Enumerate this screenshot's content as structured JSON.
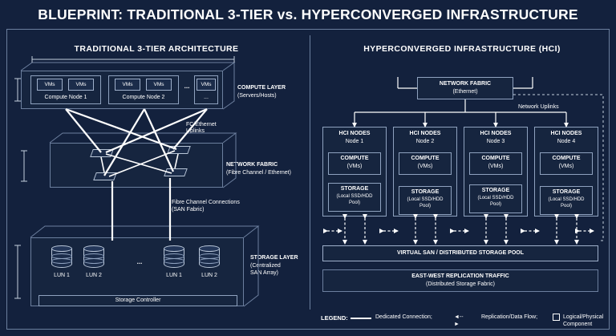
{
  "title": "BLUEPRINT: TRADITIONAL 3-TIER vs. HYPERCONVERGED INFRASTRUCTURE",
  "panels": {
    "left_title": "TRADITIONAL 3-TIER ARCHITECTURE",
    "right_title": "HYPERCONVERGED INFRASTRUCTURE (HCI)"
  },
  "traditional": {
    "compute": {
      "layer_label": "COMPUTE LAYER",
      "layer_sub": "(Servers/Hosts)",
      "nodes": [
        {
          "name": "Compute Node 1",
          "vms": [
            "VMs",
            "VMs"
          ]
        },
        {
          "name": "Compute Node 2",
          "vms": [
            "VMs",
            "VMs"
          ]
        },
        {
          "name": "...",
          "vms": [
            "VMs"
          ]
        }
      ],
      "ellipsis": "...",
      "uplink_label": "FC/Ethernet\nUplinks",
      "uplink_line1": "FC/Ethernet",
      "uplink_line2": "Uplinks"
    },
    "network": {
      "layer_label": "NETWORK FABRIC",
      "layer_sub": "(Fibre Channel / Ethernet)",
      "san_line1": "Fibre Channel Connections",
      "san_line2": "(SAN Fabric)"
    },
    "storage": {
      "layer_label": "STORAGE LAYER",
      "layer_sub1": "(Centralized",
      "layer_sub2": "SAN Array)",
      "luns": [
        "LUN 1",
        "LUN 2",
        "LUN 1",
        "LUN 2"
      ],
      "ellipsis": "...",
      "controller": "Storage Controller"
    }
  },
  "hci": {
    "fabric": {
      "title": "NETWORK FABRIC",
      "sub": "(Ethernet)",
      "uplinks_label": "Network Uplinks"
    },
    "nodes": [
      {
        "title": "HCI NODES",
        "name": "Node 1",
        "compute": "COMPUTE",
        "compute_sub": "(VMs)",
        "storage": "STORAGE",
        "storage_sub1": "(Local SSD/HDD",
        "storage_sub2": "Pool)"
      },
      {
        "title": "HCI NODES",
        "name": "Node 2",
        "compute": "COMPUTE",
        "compute_sub": "(VMs)",
        "storage": "STORAGE",
        "storage_sub1": "(Local SSD/HDD",
        "storage_sub2": "Pool)"
      },
      {
        "title": "HCI NODES",
        "name": "Node 3",
        "compute": "COMPUTE",
        "compute_sub": "(VMs)",
        "storage": "STORAGE",
        "storage_sub1": "(Local SSD/HDD",
        "storage_sub2": "Pool)"
      },
      {
        "title": "HCI NODES",
        "name": "Node 4",
        "compute": "COMPUTE",
        "compute_sub": "(VMs)",
        "storage": "STORAGE",
        "storage_sub1": "(Local SSD/HDD",
        "storage_sub2": "Pool)"
      }
    ],
    "vsan_label": "VIRTUAL SAN / DISTRIBUTED STORAGE POOL",
    "replication_title": "EAST-WEST REPLICATION TRAFFIC",
    "replication_sub": "(Distributed Storage Fabric)"
  },
  "legend": {
    "title": "LEGEND:",
    "items": [
      {
        "label": "Dedicated Connection;",
        "symbol": "solid-line"
      },
      {
        "label": "Replication/Data Flow;",
        "symbol": "dashed-double-arrow"
      },
      {
        "label": "Logical/Physical Component",
        "symbol": "outlined-box"
      }
    ]
  },
  "colors": {
    "background": "#13213d",
    "line": "#ffffff",
    "border": "#8fa2bf",
    "text": "#ffffff"
  }
}
